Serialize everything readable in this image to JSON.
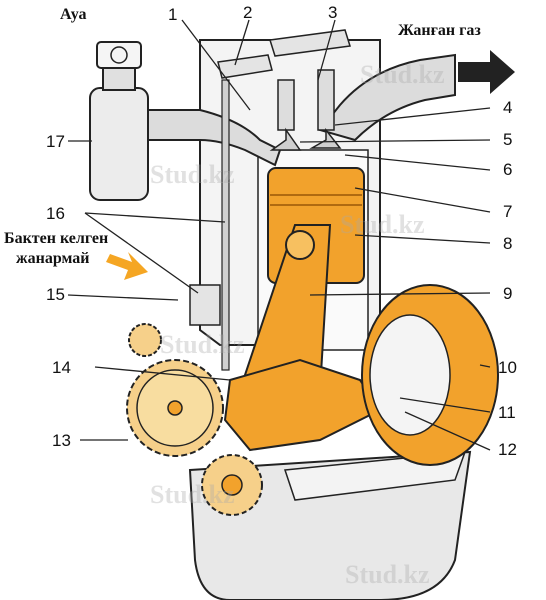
{
  "captions": {
    "air": "Ауа",
    "exhaust": "Жанған газ",
    "fuel_line1": "Бактен келген",
    "fuel_line2": "жанармай"
  },
  "labels": [
    "1",
    "2",
    "3",
    "4",
    "5",
    "6",
    "7",
    "8",
    "9",
    "10",
    "11",
    "12",
    "13",
    "14",
    "15",
    "16",
    "17"
  ],
  "watermark": "Stud.kz",
  "colors": {
    "part": "#f2a22c",
    "part_dark": "#b06a10",
    "metal": "#d9d9d9",
    "line": "#222222",
    "arrow_fuel": "#f5a623"
  }
}
